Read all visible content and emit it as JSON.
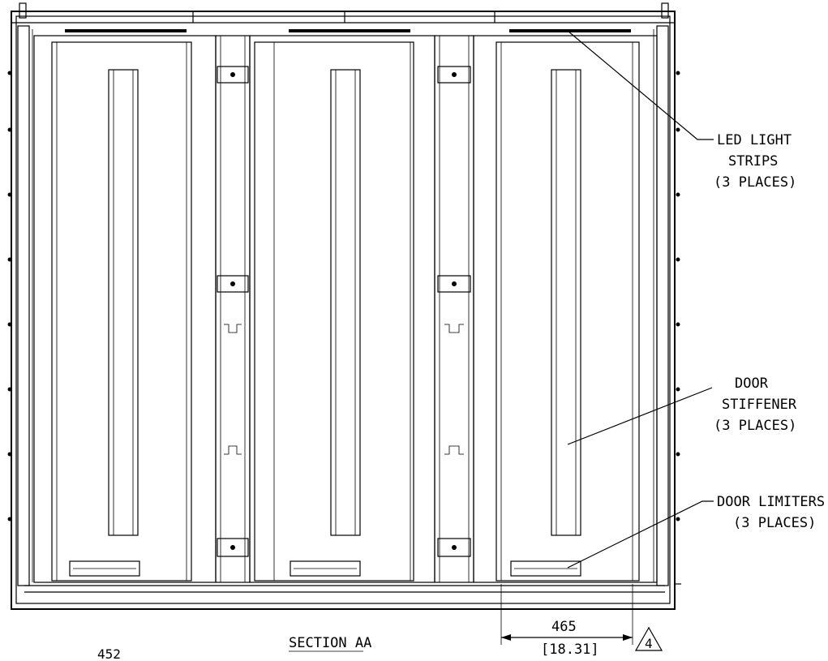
{
  "callouts": {
    "led": {
      "line1": "LED LIGHT",
      "line2": "STRIPS",
      "line3": "(3 PLACES)"
    },
    "stiffener": {
      "line1": "DOOR",
      "line2": "STIFFENER",
      "line3": "(3 PLACES)"
    },
    "limiters": {
      "line1": "DOOR LIMITERS",
      "line2": "(3 PLACES)"
    }
  },
  "section_title": "SECTION AA",
  "dimension": {
    "metric": "465",
    "imperial": "[18.31]"
  },
  "revision_marker": "4",
  "page_number": "452",
  "door_count": 3
}
